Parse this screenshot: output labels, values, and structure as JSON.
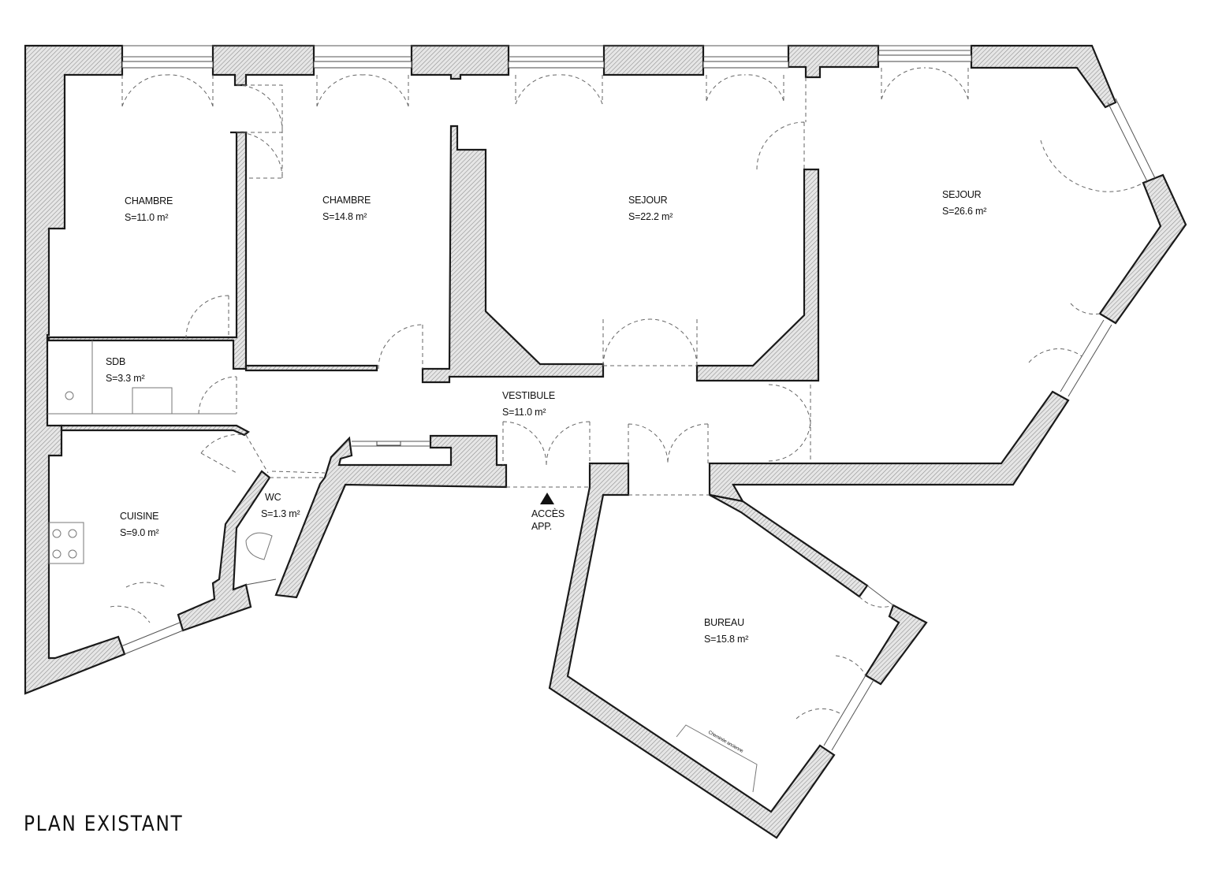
{
  "title": "PLAN EXISTANT",
  "rooms": [
    {
      "id": "chambre-1",
      "name": "CHAMBRE",
      "area": "S=11.0 m²"
    },
    {
      "id": "chambre-2",
      "name": "CHAMBRE",
      "area": "S=14.8 m²"
    },
    {
      "id": "sejour-1",
      "name": "SEJOUR",
      "area": "S=22.2 m²"
    },
    {
      "id": "sejour-2",
      "name": "SEJOUR",
      "area": "S=26.6 m²"
    },
    {
      "id": "sdb",
      "name": "SDB",
      "area": "S=3.3 m²"
    },
    {
      "id": "vestibule",
      "name": "VESTIBULE",
      "area": "S=11.0 m²"
    },
    {
      "id": "cuisine",
      "name": "CUISINE",
      "area": "S=9.0 m²"
    },
    {
      "id": "wc",
      "name": "WC",
      "area": "S=1.3 m²"
    },
    {
      "id": "bureau",
      "name": "BUREAU",
      "area": "S=15.8 m²"
    }
  ],
  "access": {
    "line1": "ACCÈS",
    "line2": "APP."
  },
  "fireplace_label": "Cheminée ancienne"
}
